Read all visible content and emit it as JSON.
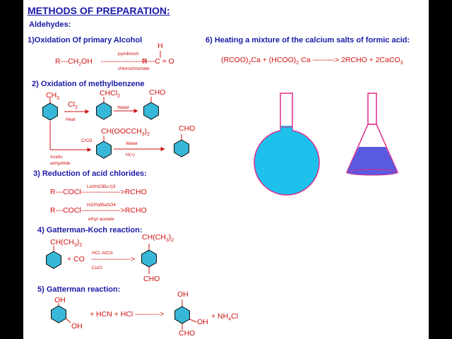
{
  "title": "METHODS OF PREPARATION:",
  "subtitle": "Aldehydes:",
  "sections": [
    {
      "heading": "1)Oxidation Of primary Alcohol",
      "reagent_top": "pyridinium",
      "reagent_bottom": "chlorochromate",
      "product": "R---C = O"
    },
    {
      "heading": "2) Oxidation of methylbenzene",
      "cho": "CHO",
      "heat": "Heat",
      "water": "Water",
      "cro3": "CrO3",
      "acetic": "Acetic",
      "anhydride": "anhydride",
      "hplus": "H(+)"
    },
    {
      "heading": "3) Reduction of acid chlorides:",
      "line": "R---COCl---------------->RCHO",
      "reagent_1": "LiAlH(OBu-t)3",
      "reagent_2": "H2/Pd/BaSO4",
      "solvent": "ethyl acetate"
    },
    {
      "heading": "4) Gatterman-Koch reaction:",
      "plus_co": "+ CO",
      "reagent_top": "HCl, AlCl3",
      "reagent_bottom": "CuCl",
      "cho": "CHO"
    },
    {
      "heading": "5) Gatterman reaction:",
      "oh": "OH",
      "reagents": "+ HCN + HCl ---------->",
      "cho": "CHO"
    },
    {
      "heading": "6) Heating a mixture of the calcium salts of formic acid:"
    }
  ],
  "colors": {
    "heading": "#1a1aa8",
    "equation": "#d01010",
    "ring_fill": "#38b8d8",
    "flask_liquid": "#1ec0ec",
    "conical_liquid": "#5a5ae0",
    "glass_outline": "#e0288a"
  }
}
